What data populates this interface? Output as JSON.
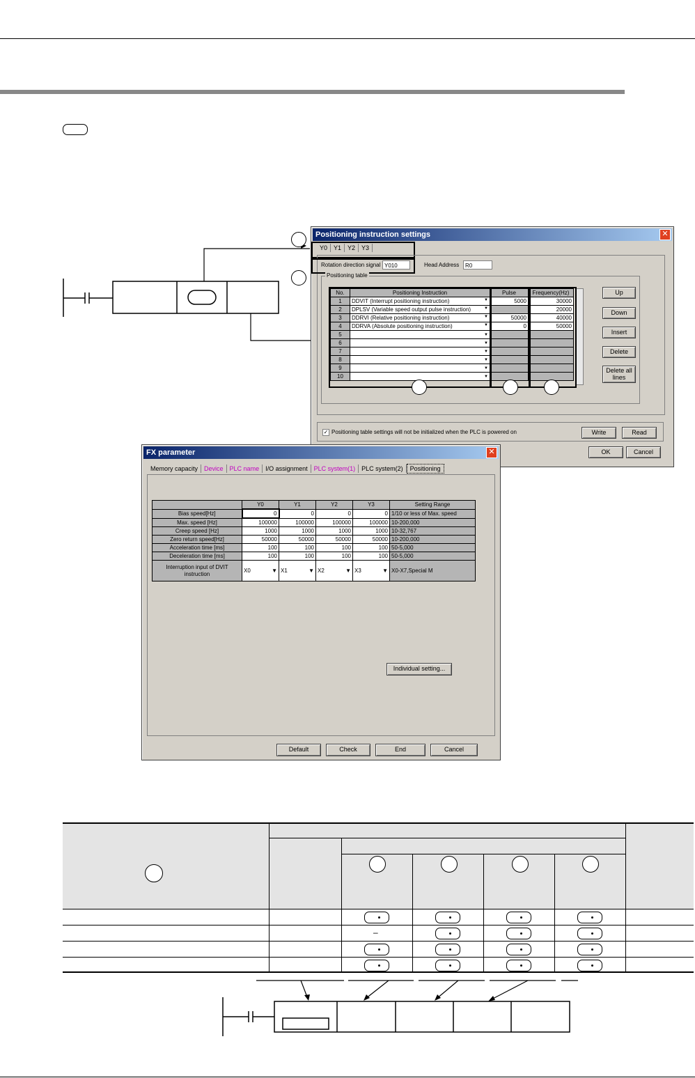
{
  "pos_window": {
    "title": "Positioning instruction settings",
    "tabs": [
      "Y0",
      "Y1",
      "Y2",
      "Y3"
    ],
    "rotation_label": "Rotation direction signal",
    "rotation_value": "Y010",
    "head_label": "Head Address",
    "head_value": "R0",
    "group_label": "Positioning table",
    "table_headers": [
      "No.",
      "Positioning Instruction",
      "Pulse",
      "Frequency(Hz)"
    ],
    "rows": [
      {
        "no": "1",
        "instr": "DDVIT (Interrupt positioning instruction)",
        "pulse": "5000",
        "freq": "30000"
      },
      {
        "no": "2",
        "instr": "DPLSV (Variable speed output pulse instruction)",
        "pulse": "",
        "freq": "20000"
      },
      {
        "no": "3",
        "instr": "DDRVI (Relative positioning instruction)",
        "pulse": "50000",
        "freq": "40000"
      },
      {
        "no": "4",
        "instr": "DDRVA (Absolute positioning instruction)",
        "pulse": "0",
        "freq": "50000"
      },
      {
        "no": "5",
        "instr": "",
        "pulse": "",
        "freq": ""
      },
      {
        "no": "6",
        "instr": "",
        "pulse": "",
        "freq": ""
      },
      {
        "no": "7",
        "instr": "",
        "pulse": "",
        "freq": ""
      },
      {
        "no": "8",
        "instr": "",
        "pulse": "",
        "freq": ""
      },
      {
        "no": "9",
        "instr": "",
        "pulse": "",
        "freq": ""
      },
      {
        "no": "10",
        "instr": "",
        "pulse": "",
        "freq": ""
      }
    ],
    "buttons": {
      "up": "Up",
      "down": "Down",
      "insert": "Insert",
      "delete": "Delete",
      "delete_all": "Delete all lines",
      "write": "Write",
      "read": "Read",
      "ok": "OK",
      "cancel": "Cancel"
    },
    "checkbox_label": "Positioning table settings will not be initialized when the PLC is powered on"
  },
  "fx_window": {
    "title": "FX parameter",
    "tabs": [
      "Memory capacity",
      "Device",
      "PLC name",
      "I/O assignment",
      "PLC system(1)",
      "PLC system(2)",
      "Positioning"
    ],
    "headers": [
      "",
      "Y0",
      "Y1",
      "Y2",
      "Y3",
      "Setting Range"
    ],
    "rows": [
      {
        "label": "Bias speed[Hz]",
        "vals": [
          "0",
          "0",
          "0",
          "0"
        ],
        "range": "1/10 or less of Max. speed"
      },
      {
        "label": "Max. speed [Hz]",
        "vals": [
          "100000",
          "100000",
          "100000",
          "100000"
        ],
        "range": "10-200,000"
      },
      {
        "label": "Creep speed [Hz]",
        "vals": [
          "1000",
          "1000",
          "1000",
          "1000"
        ],
        "range": "10-32,767"
      },
      {
        "label": "Zero return speed[Hz]",
        "vals": [
          "50000",
          "50000",
          "50000",
          "50000"
        ],
        "range": "10-200,000"
      },
      {
        "label": "Acceleration time [ms]",
        "vals": [
          "100",
          "100",
          "100",
          "100"
        ],
        "range": "50-5,000"
      },
      {
        "label": "Deceleration time [ms]",
        "vals": [
          "100",
          "100",
          "100",
          "100"
        ],
        "range": "50-5,000"
      }
    ],
    "interrupt_label": "Interruption input of DVIT instruction",
    "interrupt_vals": [
      "X0",
      "X1",
      "X2",
      "X3"
    ],
    "interrupt_range": "X0-X7,Special M",
    "individual_btn": "Individual setting...",
    "buttons": {
      "default": "Default",
      "check": "Check",
      "end": "End",
      "cancel": "Cancel"
    }
  },
  "spec_table": {
    "dash": "–"
  }
}
